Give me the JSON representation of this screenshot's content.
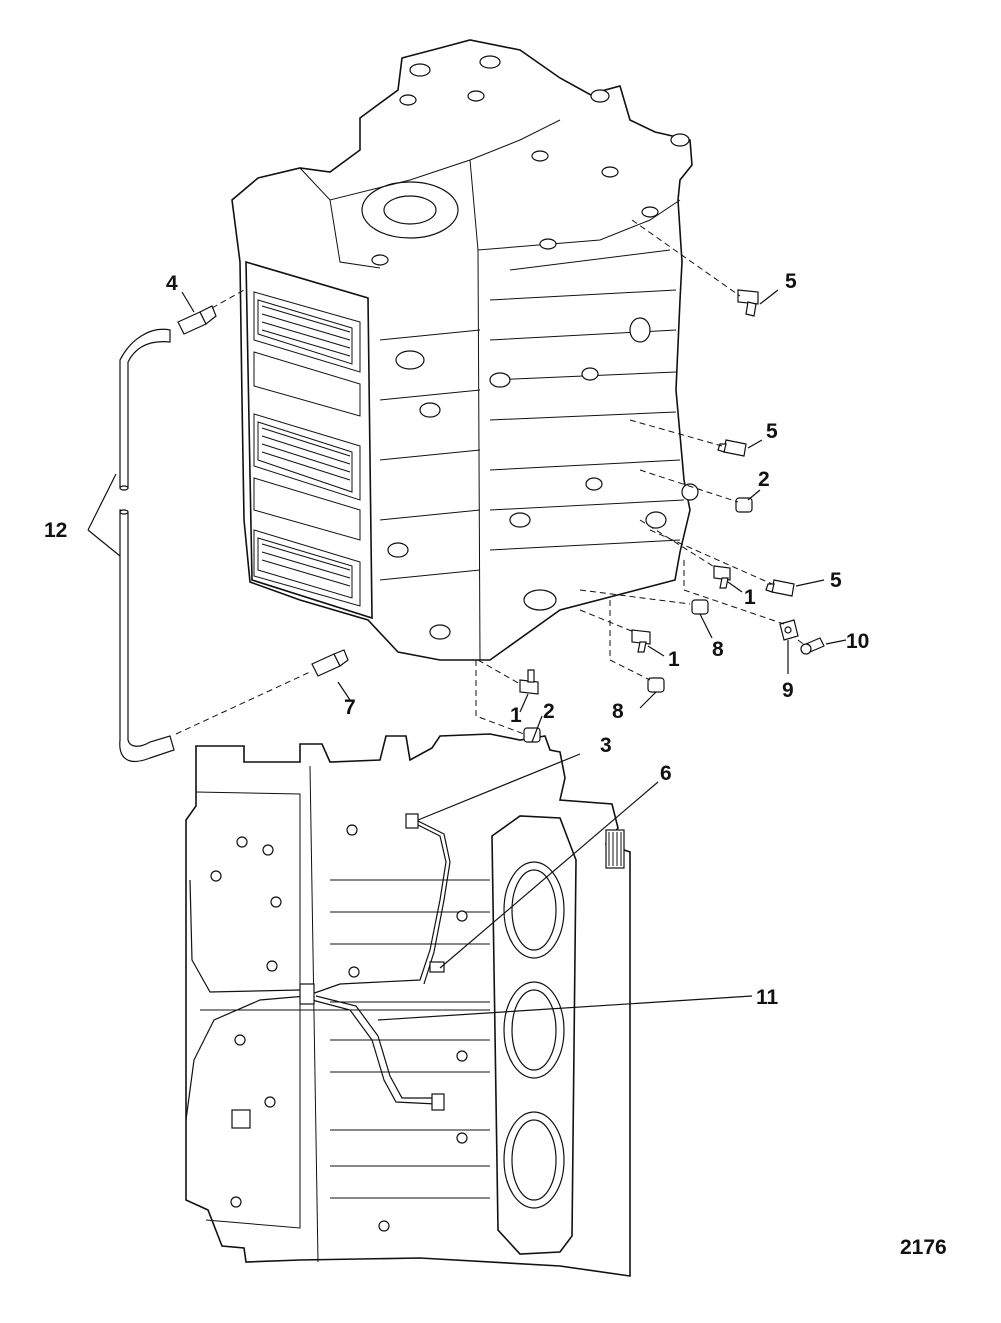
{
  "figure_number": "2176",
  "callouts": {
    "c1a": "1",
    "c1b": "1",
    "c1c": "1",
    "c2a": "2",
    "c2b": "2",
    "c3": "3",
    "c4": "4",
    "c5a": "5",
    "c5b": "5",
    "c5c": "5",
    "c6": "6",
    "c7": "7",
    "c8a": "8",
    "c8b": "8",
    "c9": "9",
    "c10": "10",
    "c11": "11",
    "c12": "12"
  },
  "parts": {
    "elbow_fitting": "elbow-fitting-icon",
    "plug": "plug-icon",
    "hose": "hose-icon",
    "clamp": "clamp-icon",
    "screw": "screw-icon",
    "tee_fitting": "tee-fitting-icon",
    "straight_fitting": "straight-fitting-icon",
    "sensor_harness": "harness-icon"
  }
}
